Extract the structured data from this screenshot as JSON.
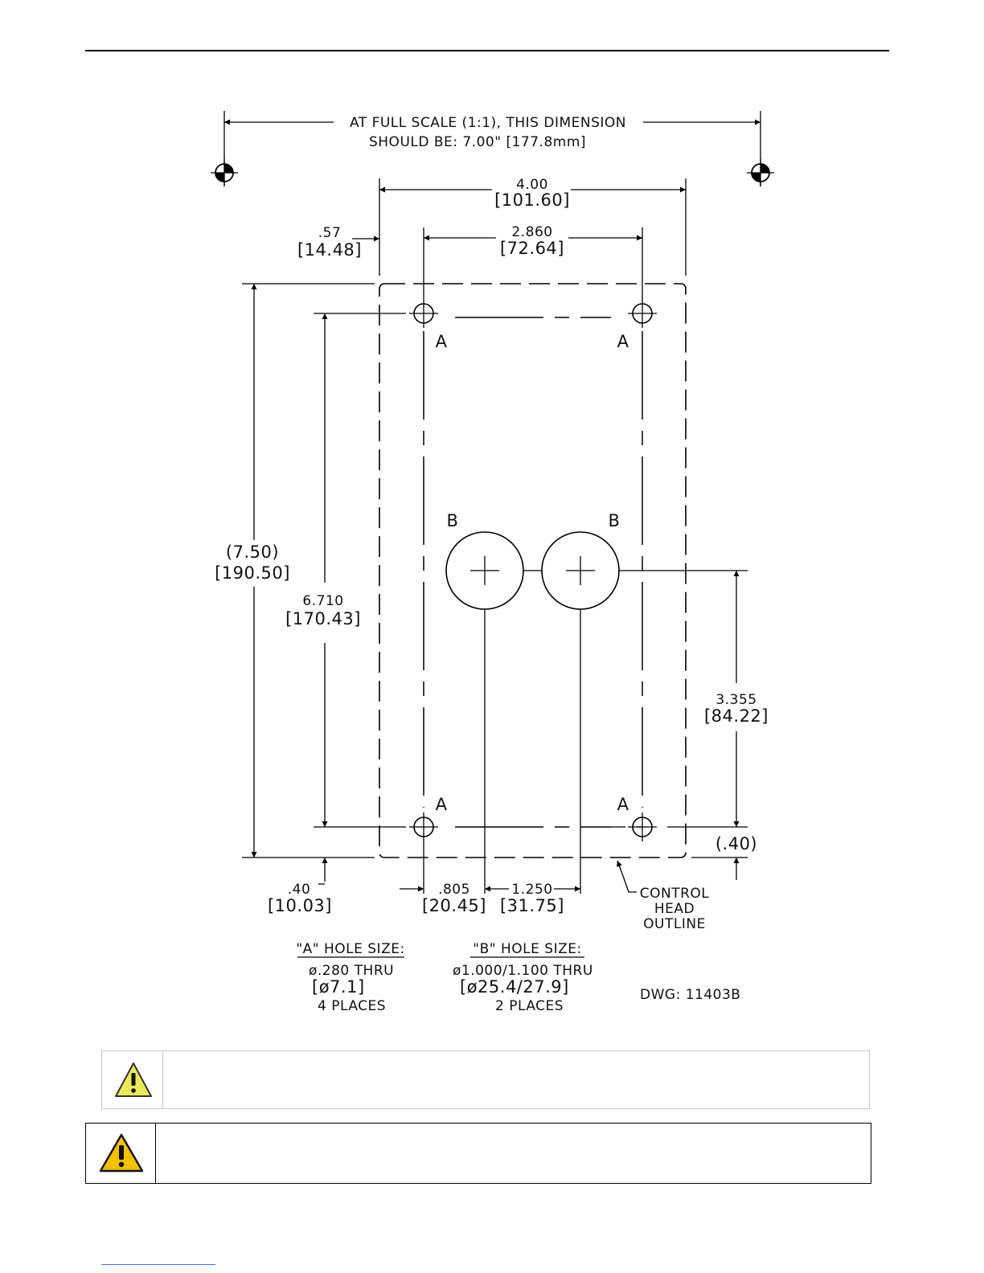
{
  "drawing": {
    "scale_note_line1": "AT FULL SCALE (1:1), THIS DIMENSION",
    "scale_note_line2": "SHOULD BE: 7.00\" [177.8mm]",
    "dim_width": "4.00",
    "dim_width_mm": "[101.60]",
    "dim_hole_spacing": "2.860",
    "dim_hole_spacing_mm": "[72.64]",
    "dim_left_offset": ".57",
    "dim_left_offset_mm": "[14.48]",
    "dim_height": "(7.50)",
    "dim_height_mm": "[190.50]",
    "dim_hole_vertical": "6.710",
    "dim_hole_vertical_mm": "[170.43]",
    "dim_b_height": "3.355",
    "dim_b_height_mm": "[84.22]",
    "dim_bottom_right": "(.40)",
    "dim_bottom_left": ".40",
    "dim_bottom_left_mm": "[10.03]",
    "dim_b_offset": ".805",
    "dim_b_offset_mm": "[20.45]",
    "dim_b_spacing": "1.250",
    "dim_b_spacing_mm": "[31.75]",
    "label_a": "A",
    "label_b": "B",
    "outline_label": [
      "CONTROL",
      "HEAD",
      "OUTLINE"
    ],
    "a_hole_title": "\"A\" HOLE SIZE:",
    "a_hole_lines": [
      "ø.280 THRU",
      "[ø7.1]",
      "4 PLACES"
    ],
    "b_hole_title": "\"B\" HOLE SIZE:",
    "b_hole_lines": [
      "ø1.000/1.100 THRU",
      "[ø25.4/27.9]",
      "2 PLACES"
    ],
    "drawing_number": "DWG: 11403B"
  },
  "icons": {
    "warning_1": "warning-triangle-icon",
    "warning_2": "warning-triangle-icon",
    "warning_1_color": "#e8ea5a",
    "warning_2_color": "#f2c200"
  }
}
